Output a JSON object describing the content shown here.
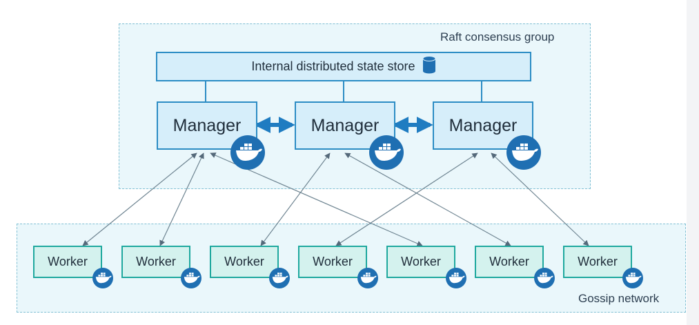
{
  "raft_group": {
    "label": "Raft consensus group"
  },
  "state_store": {
    "label": "Internal distributed state store",
    "icon": "database-icon"
  },
  "managers": [
    {
      "label": "Manager",
      "icon": "docker-whale-icon"
    },
    {
      "label": "Manager",
      "icon": "docker-whale-icon"
    },
    {
      "label": "Manager",
      "icon": "docker-whale-icon"
    }
  ],
  "workers": [
    {
      "label": "Worker",
      "icon": "docker-whale-icon"
    },
    {
      "label": "Worker",
      "icon": "docker-whale-icon"
    },
    {
      "label": "Worker",
      "icon": "docker-whale-icon"
    },
    {
      "label": "Worker",
      "icon": "docker-whale-icon"
    },
    {
      "label": "Worker",
      "icon": "docker-whale-icon"
    },
    {
      "label": "Worker",
      "icon": "docker-whale-icon"
    },
    {
      "label": "Worker",
      "icon": "docker-whale-icon"
    }
  ],
  "gossip_network": {
    "label": "Gossip network"
  },
  "colors": {
    "manager_border": "#2b8cc4",
    "worker_border": "#1ea89e",
    "docker_blue": "#1f6fb2",
    "arrow": "#6f8592"
  }
}
